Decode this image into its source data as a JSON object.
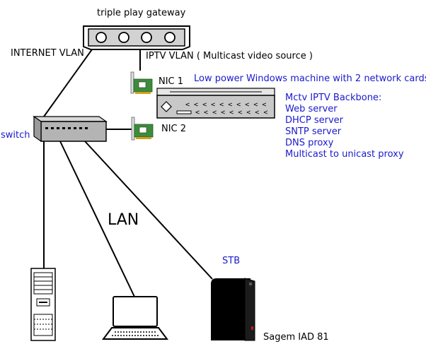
{
  "labels": {
    "gateway": "triple play gateway",
    "internet_vlan": "INTERNET VLAN",
    "iptv_vlan": "IPTV VLAN ( Multicast video source )",
    "nic1": "NIC 1",
    "nic2": "NIC 2",
    "windows_machine": "Low power Windows machine with 2 network cards",
    "switch": "switch",
    "lan": "LAN",
    "stb": "STB",
    "sagem": "Sagem IAD 81"
  },
  "backbone": {
    "title": "Mctv IPTV Backbone:",
    "services": [
      "Web server",
      "DHCP server",
      "SNTP server",
      "DNS proxy",
      "Multicast to unicast proxy"
    ]
  },
  "colors": {
    "blue_text": "#1a1acc",
    "device_gray": "#c8c8c8",
    "switch_gray": "#b4b4b4",
    "nic_green": "#3c8c3c"
  }
}
